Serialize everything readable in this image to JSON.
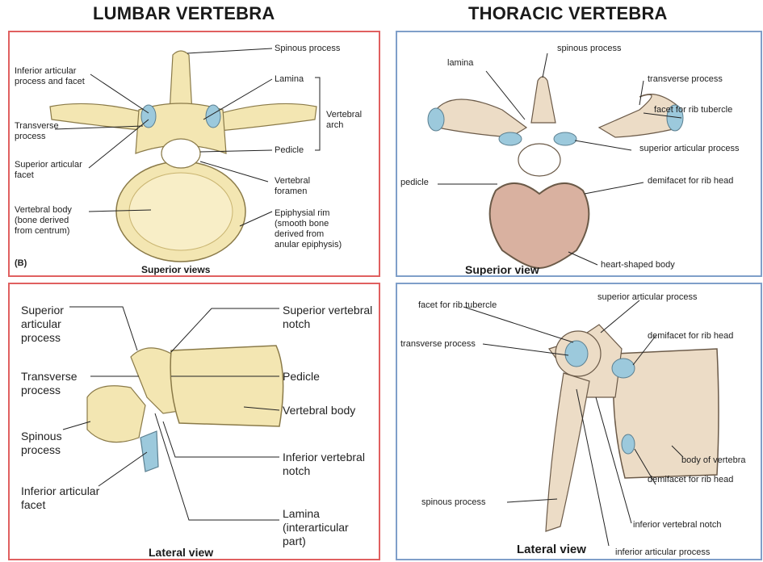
{
  "titles": {
    "lumbar": "LUMBAR VERTEBRA",
    "thoracic": "THORACIC VERTEBRA"
  },
  "lumbar_superior": {
    "caption": "Superior views",
    "panel_tag": "(B)",
    "labels": {
      "inferior_articular": "Inferior articular\nprocess and facet",
      "transverse": "Transverse\nprocess",
      "superior_articular_facet": "Superior articular\nfacet",
      "vertebral_body": "Vertebral body\n(bone  derived\nfrom centrum)",
      "spinous": "Spinous process",
      "lamina": "Lamina",
      "vertebral_arch": "Vertebral\narch",
      "pedicle": "Pedicle",
      "vertebral_foramen": "Vertebral\nforamen",
      "epiphysial_rim": "Epiphysial rim\n(smooth bone\nderived from\nanular epiphysis)"
    }
  },
  "lumbar_lateral": {
    "caption": "Lateral view",
    "labels": {
      "superior_articular": "Superior\narticular\nprocess",
      "transverse": "Transverse\nprocess",
      "spinous": "Spinous\nprocess",
      "inferior_articular_facet": "Inferior articular\nfacet",
      "superior_notch": "Superior vertebral\nnotch",
      "pedicle": "Pedicle",
      "vertebral_body": "Vertebral body",
      "inferior_notch": "Inferior vertebral\nnotch",
      "lamina": "Lamina\n(interarticular\npart)"
    }
  },
  "thoracic_superior": {
    "caption": "Superior view",
    "labels": {
      "spinous": "spinous process",
      "lamina": "lamina",
      "transverse": "transverse process",
      "facet_rib_tubercle": "facet for rib tubercle",
      "superior_articular": "superior articular process",
      "pedicle": "pedicle",
      "demifacet": "demifacet for rib head",
      "heart_body": "heart-shaped body"
    }
  },
  "thoracic_lateral": {
    "caption": "Lateral view",
    "labels": {
      "facet_rib_tubercle": "facet for rib tubercle",
      "superior_articular": "superior articular process",
      "transverse": "transverse process",
      "demifacet_upper": "demifacet for rib head",
      "body": "body of vertebra",
      "demifacet_lower": "demifacet for rib head",
      "spinous": "spinous process",
      "inferior_notch": "inferior vertebral notch",
      "inferior_articular": "inferior articular process"
    }
  },
  "colors": {
    "bone": "#f3e6b2",
    "bone_dark": "#d8c27c",
    "cartilage_blue": "#9cc9dc",
    "thoracic_body": "#d9b1a0",
    "red_border": "#e06060",
    "blue_border": "#7f9fc9"
  }
}
